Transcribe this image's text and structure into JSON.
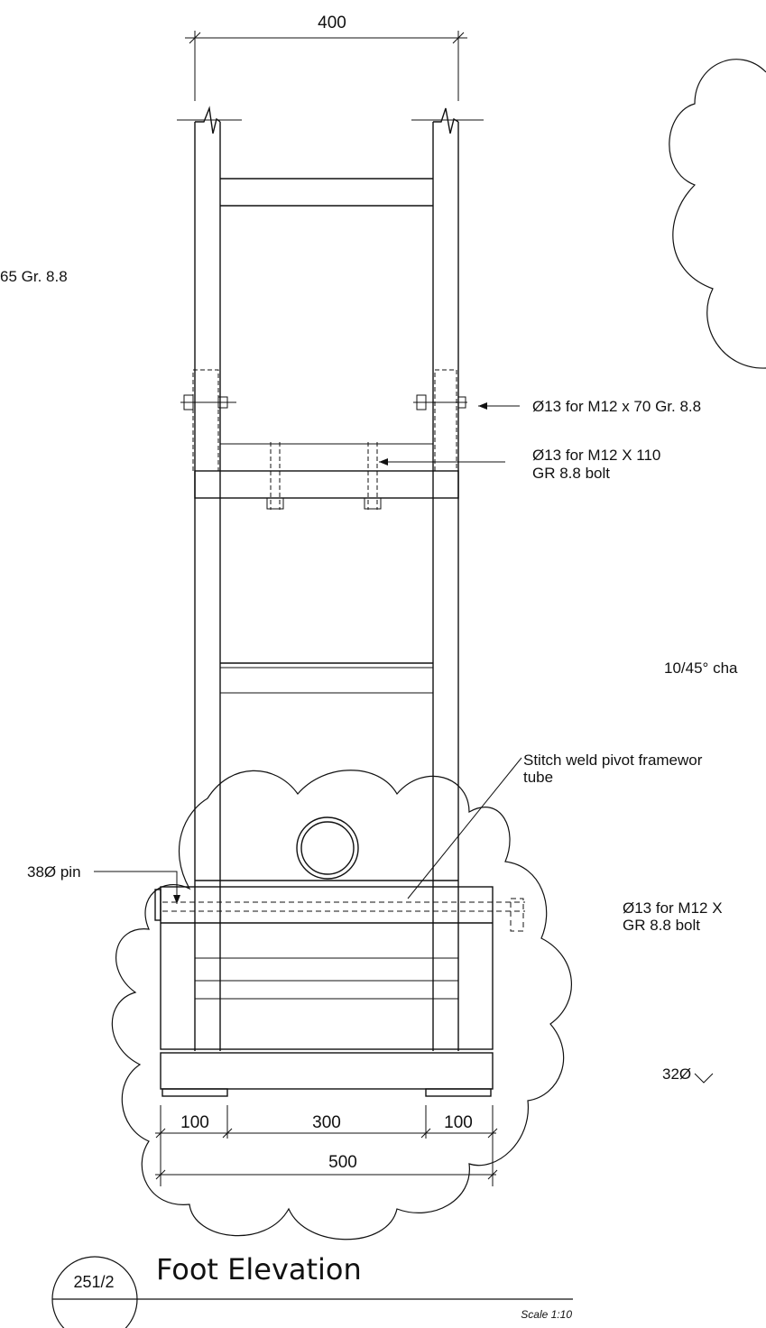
{
  "dimensions": {
    "top_width": "400",
    "bottom_left": "100",
    "bottom_middle": "300",
    "bottom_right": "100",
    "bottom_total": "500"
  },
  "annotations": {
    "bolt_left_partial": "65 Gr. 8.8",
    "bolt_side": "Ø13 for M12 x 70 Gr. 8.8",
    "bolt_through_1": "Ø13 for M12 X 110",
    "bolt_through_2": "GR 8.8 bolt",
    "chamfer": "10/45° cha",
    "stitch_weld_1": "Stitch weld pivot framewor",
    "stitch_weld_2": "tube",
    "pin": "38Ø pin",
    "bolt_lower_1": "Ø13 for M12 X",
    "bolt_lower_2": "GR 8.8 bolt",
    "diameter_32": "32Ø"
  },
  "title_block": {
    "drawing_ref": "251/2",
    "title": "Foot Elevation",
    "scale": "Scale 1:10"
  },
  "colors": {
    "line": "#111111",
    "background": "#ffffff"
  }
}
